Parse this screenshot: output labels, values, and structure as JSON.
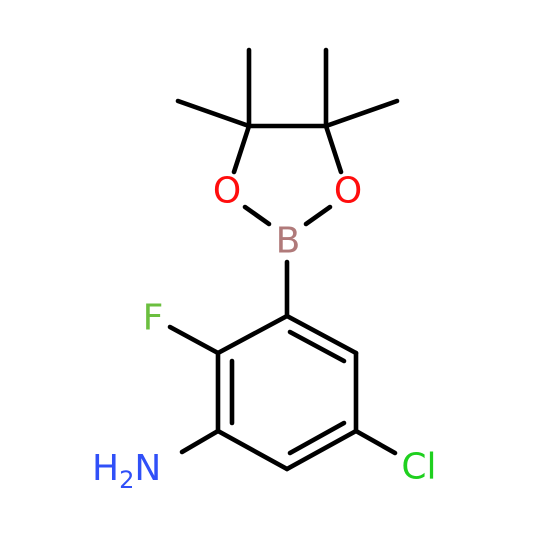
{
  "molecule": {
    "atoms": {
      "O_left": {
        "label": "O",
        "color": "#ff0d0d"
      },
      "O_right": {
        "label": "O",
        "color": "#ff0d0d"
      },
      "B": {
        "label": "B",
        "color": "#b07a7a"
      },
      "F": {
        "label": "F",
        "color": "#6bbf3f"
      },
      "Cl": {
        "label": "Cl",
        "color": "#1fd01f"
      },
      "NH2": {
        "label": "H",
        "sub": "2",
        "tail": "N",
        "color": "#3050f8"
      }
    }
  }
}
